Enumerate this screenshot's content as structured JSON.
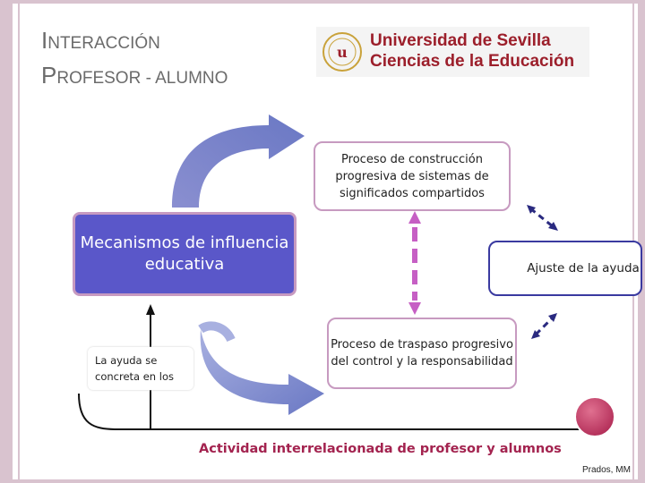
{
  "title": {
    "line1_initial": "I",
    "line1_rest": "NTERACCIÓN",
    "line2_initial": "P",
    "line2_rest": "ROFESOR - ALUMNO"
  },
  "logo": {
    "line1": "Universidad de Sevilla",
    "line2": "Ciencias de la Educación"
  },
  "diagram": {
    "box_construccion": "Proceso de construcción progresiva de sistemas de significados compartidos",
    "box_mecanismos": "Mecanismos de influencia educativa",
    "box_ajuste": "Ajuste de la ayuda",
    "box_traspaso": "Proceso de traspaso progresivo del control y la responsabilidad",
    "box_ayuda": "La ayuda se concreta en los",
    "actividad": "Actividad interrelacionada de profesor y alumnos"
  },
  "credit": "Prados, MM",
  "colors": {
    "frame": "#d9c3cf",
    "mecanismos_fill": "#5a57c9",
    "box_border": "#c79ac0",
    "ajuste_border": "#3a3aa0",
    "actividad_text": "#a3234f",
    "dash_connector": "#c65fc4",
    "arc_arrow": "#7a86c9",
    "end_circle": "#c2365f"
  }
}
